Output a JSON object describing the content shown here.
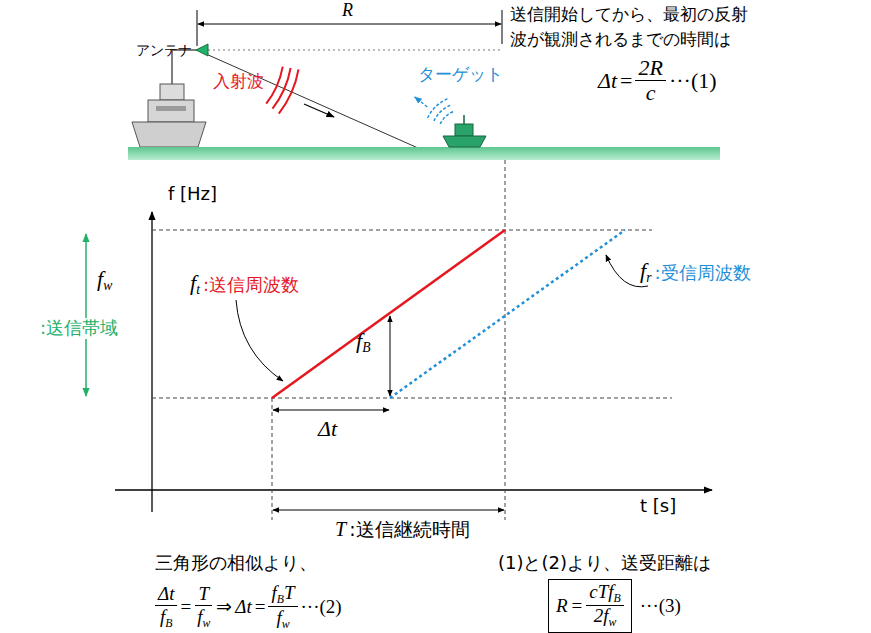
{
  "diagram": {
    "nodes": [
      {
        "text": [
          "R",
          "=",
          "cTf",
          "B",
          "2f",
          "w"
        ]
      }
    ],
    "labels": [
      "R",
      "送信開始してから、最初の反射 波が観測されるまでの時間は",
      "Δt",
      "=",
      "2R",
      "c",
      "···(1)",
      "アンテナ",
      "入射波",
      "ターゲット",
      "f [Hz]",
      "f",
      "w",
      ":送信帯域",
      "f",
      "t",
      ":送信周波数",
      "f",
      "B",
      "f",
      "r",
      ":受信周波数",
      "Δt",
      "T",
      ":送信継続時間",
      "t [s]",
      "三角形の相似より、",
      "Δt",
      "f",
      "B",
      "=",
      "T",
      "f",
      "w",
      "⇒",
      "Δt",
      "=",
      "f",
      "B",
      "T",
      "f",
      "w",
      "···(2)",
      "(1)と(2)より、送受距離は",
      "···(3)"
    ]
  }
}
